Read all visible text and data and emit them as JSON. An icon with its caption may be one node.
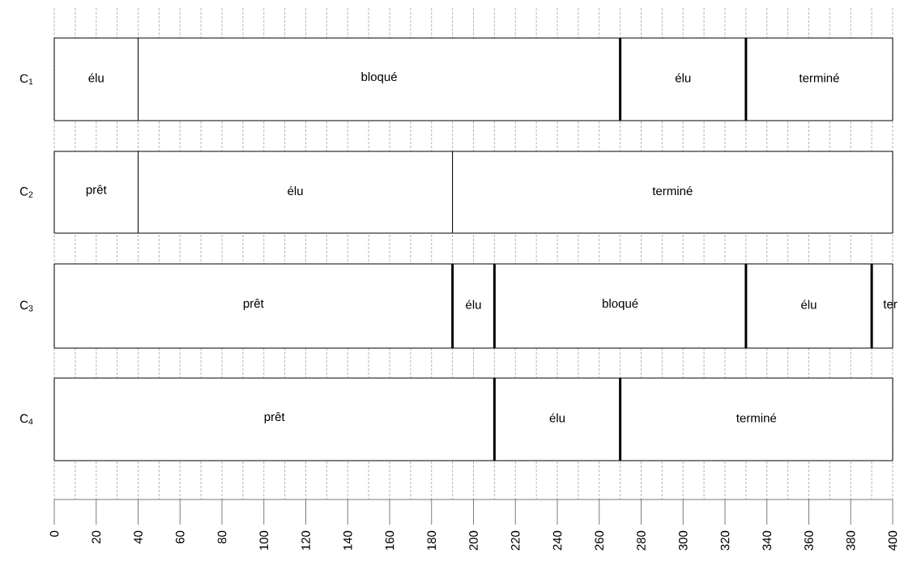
{
  "diagram": {
    "nodes": [
      {
        "text": [
          "élu"
        ]
      },
      {
        "text": [
          "bloqué"
        ]
      },
      {
        "text": [
          "élu"
        ]
      },
      {
        "text": [
          "terminé"
        ]
      },
      {
        "text": [
          "prêt"
        ]
      },
      {
        "text": [
          "élu"
        ]
      },
      {
        "text": [
          "terminé"
        ]
      },
      {
        "text": [
          "prêt"
        ]
      },
      {
        "text": [
          "élu"
        ]
      },
      {
        "text": [
          "bloqué"
        ]
      },
      {
        "text": [
          "élu"
        ]
      },
      {
        "text": [
          "ter"
        ]
      },
      {
        "text": [
          "prêt"
        ]
      },
      {
        "text": [
          "élu"
        ]
      },
      {
        "text": [
          "terminé"
        ]
      }
    ],
    "labels": [
      "C$_{1}$",
      "C$_{2}$",
      "C$_{3}$",
      "C$_{4}$",
      "0",
      "20",
      "40",
      "60",
      "80",
      "100",
      "120",
      "140",
      "160",
      "180",
      "200",
      "220",
      "240",
      "260",
      "280",
      "300",
      "320",
      "340",
      "360",
      "380",
      "400"
    ]
  }
}
